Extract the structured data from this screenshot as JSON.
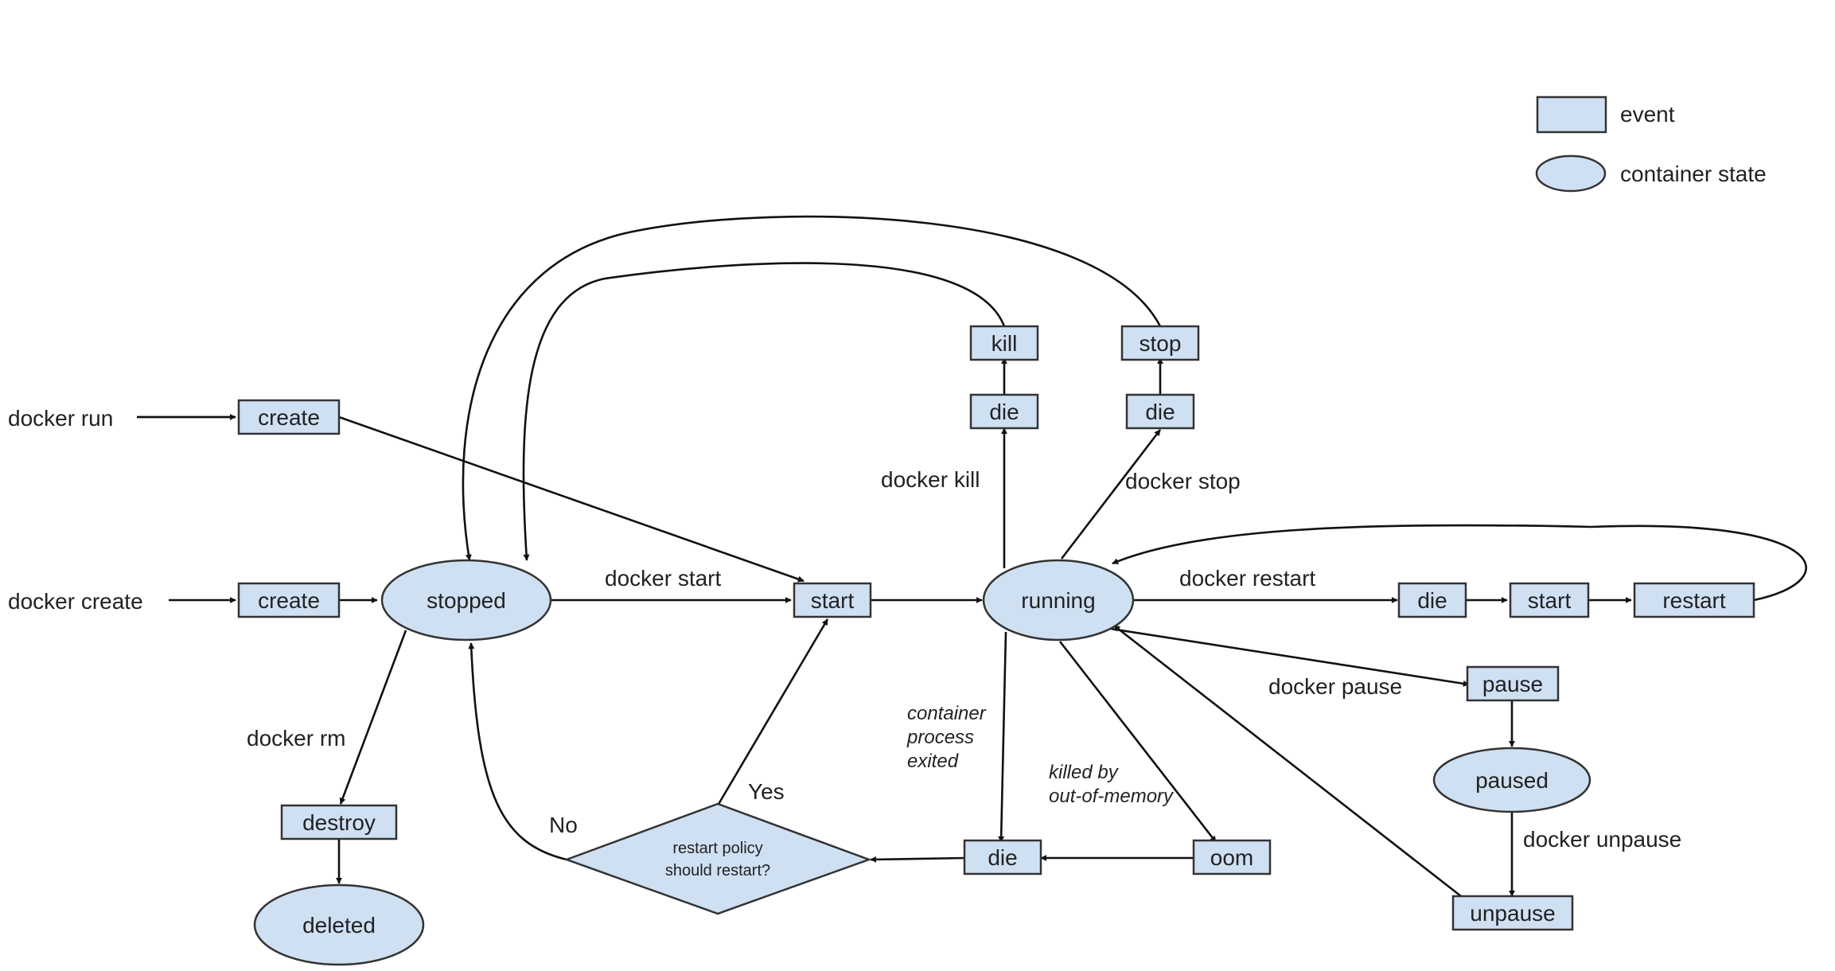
{
  "legend": {
    "event_label": "event",
    "state_label": "container state"
  },
  "colors": {
    "node_fill": "#cfe0f3",
    "stroke": "#333333",
    "background": "#ffffff"
  },
  "commands": {
    "docker_run": "docker run",
    "docker_create": "docker create",
    "docker_start": "docker start",
    "docker_rm": "docker rm",
    "docker_kill": "docker kill",
    "docker_stop": "docker stop",
    "docker_restart": "docker restart",
    "docker_pause": "docker pause",
    "docker_unpause": "docker unpause"
  },
  "annotations": {
    "container_exited_1": "container",
    "container_exited_2": "process",
    "container_exited_3": "exited",
    "oom_1": "killed by",
    "oom_2": "out-of-memory",
    "yes": "Yes",
    "no": "No"
  },
  "events": {
    "create_run": "create",
    "create": "create",
    "start": "start",
    "destroy": "destroy",
    "die_kill": "die",
    "kill": "kill",
    "die_stop": "die",
    "stop": "stop",
    "die_restart": "die",
    "start_restart": "start",
    "restart": "restart",
    "pause": "pause",
    "unpause": "unpause",
    "die_exit": "die",
    "oom": "oom"
  },
  "states": {
    "stopped": "stopped",
    "running": "running",
    "paused": "paused",
    "deleted": "deleted"
  },
  "decision": {
    "line1": "restart policy",
    "line2": "should restart?"
  }
}
